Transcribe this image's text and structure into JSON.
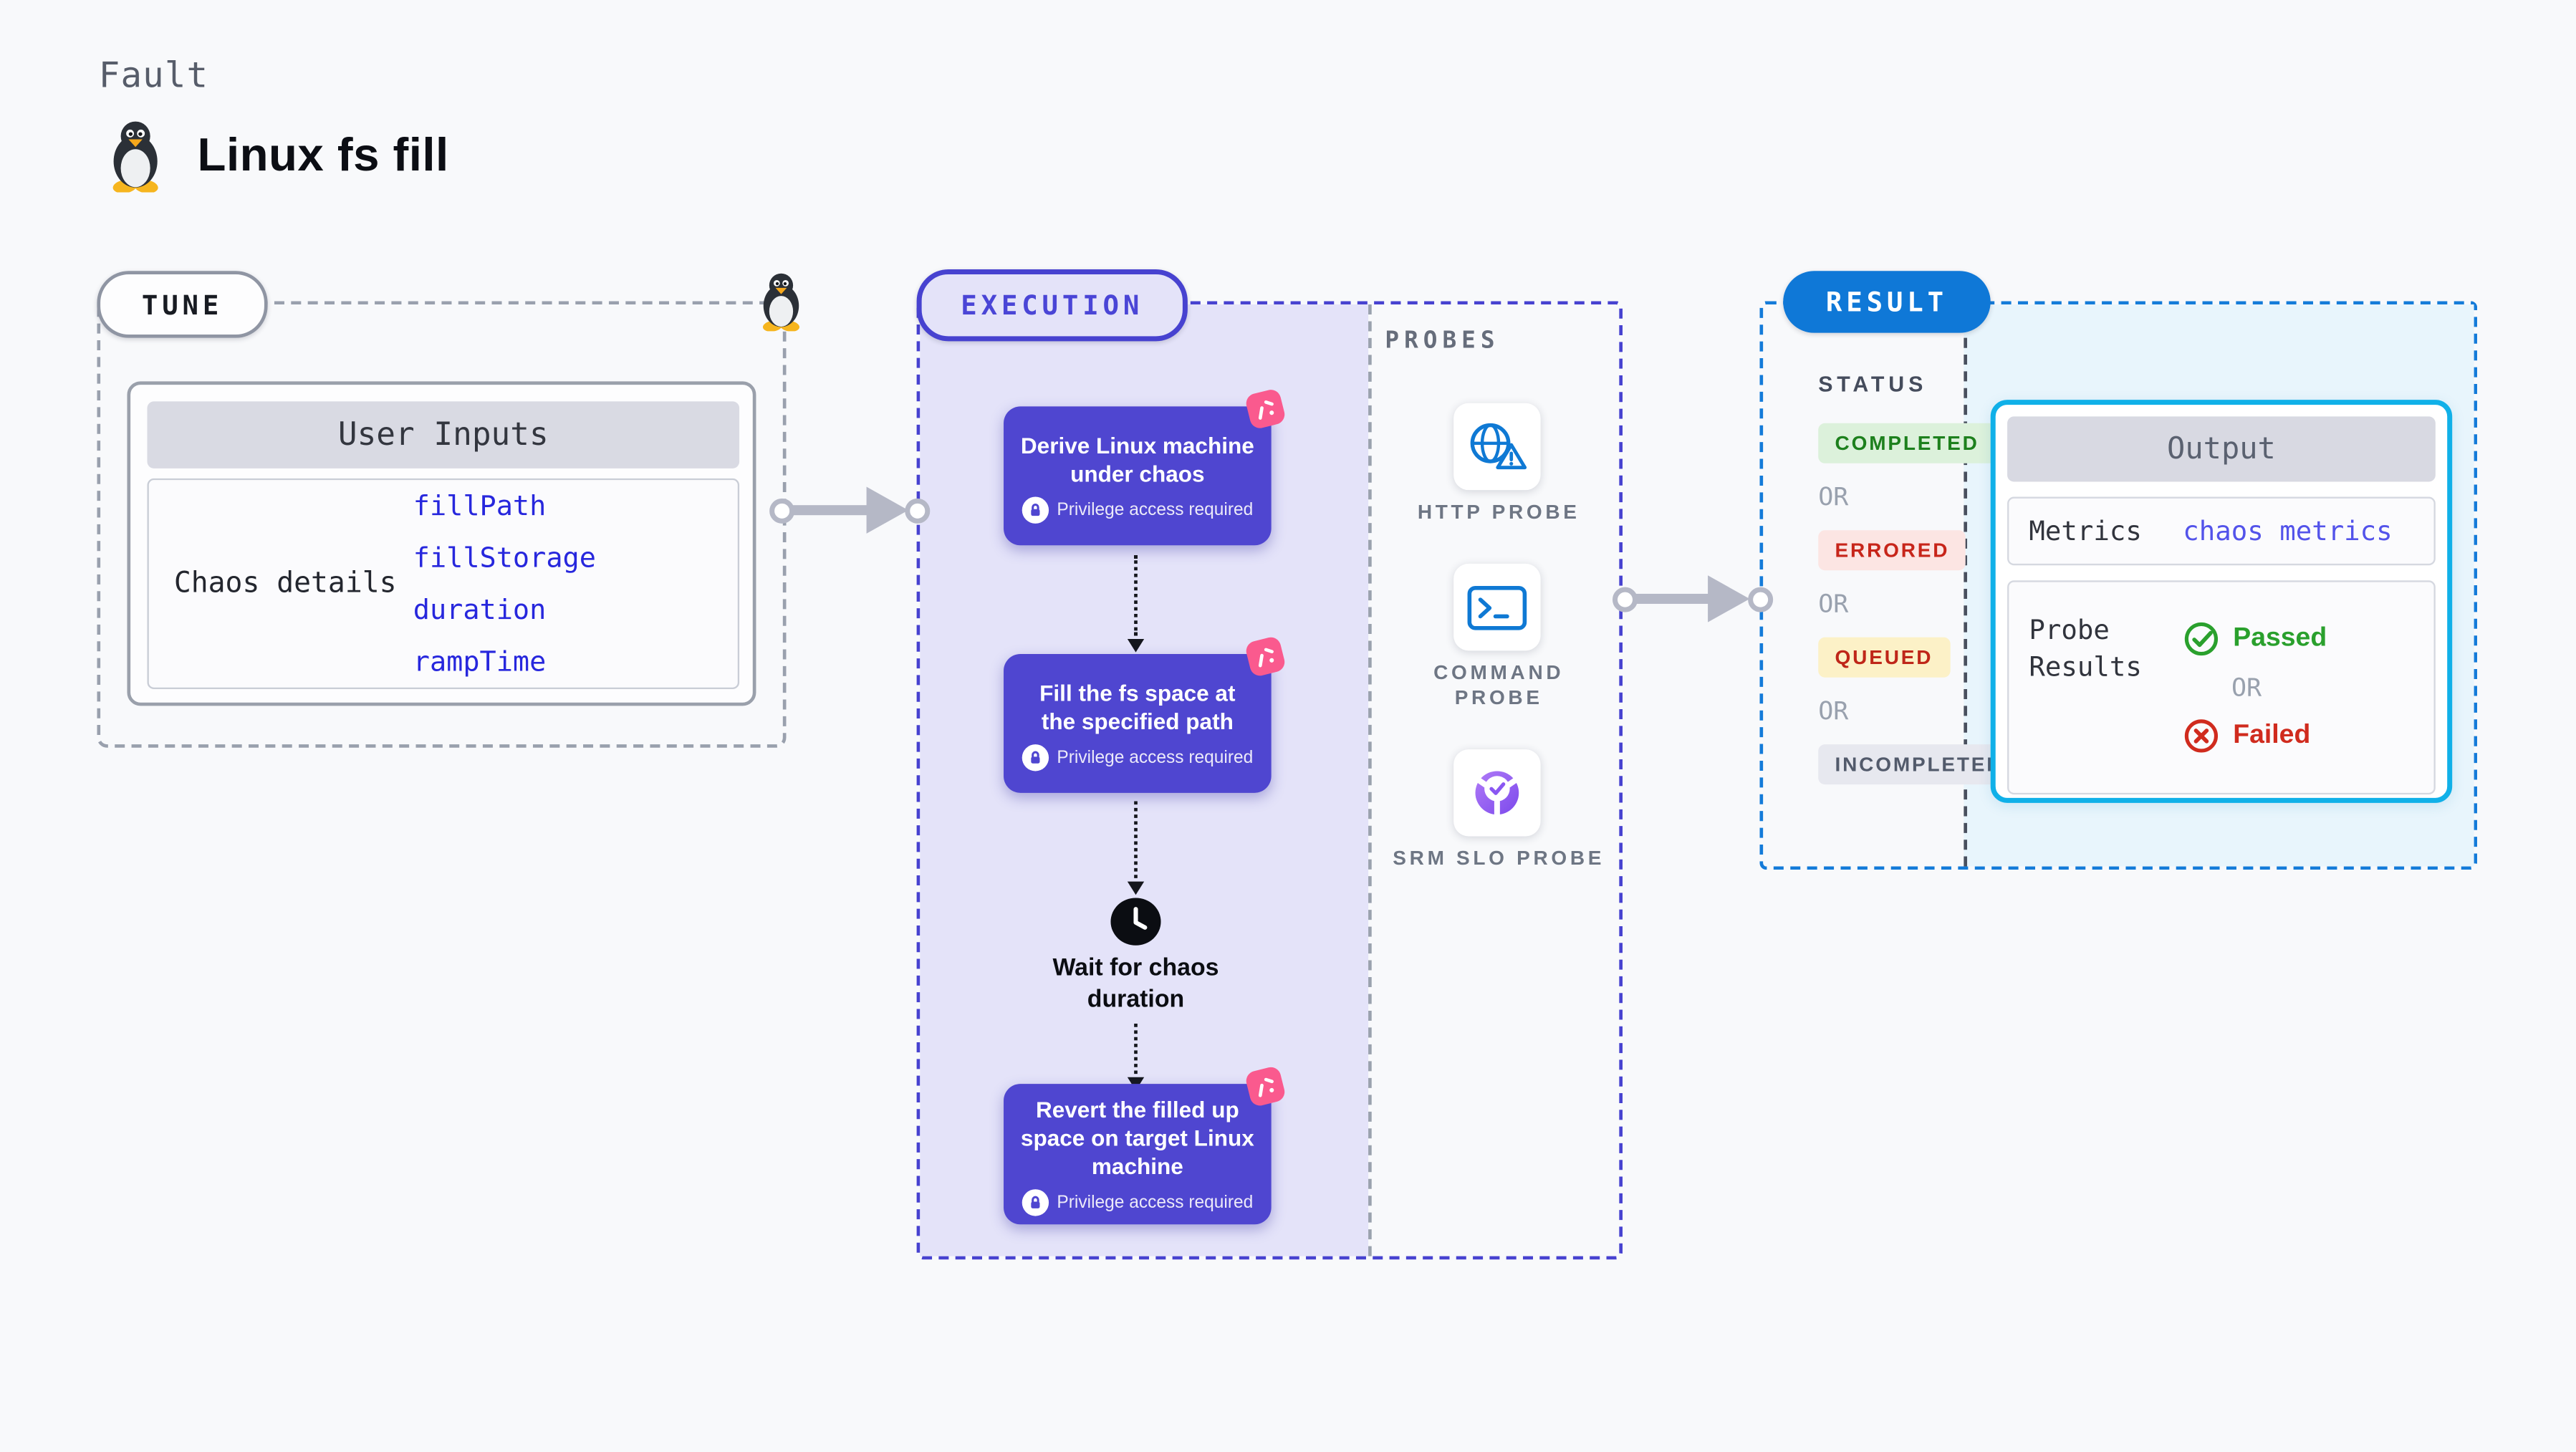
{
  "header": {
    "eyebrow": "Fault",
    "title": "Linux fs fill"
  },
  "tune": {
    "label": "TUNE",
    "card_header": "User Inputs",
    "row_label": "Chaos details",
    "inputs": [
      "fillPath",
      "fillStorage",
      "duration",
      "rampTime"
    ]
  },
  "execution": {
    "label": "EXECUTION",
    "privilege_badge": "Privilege access required",
    "wait_label": "Wait for chaos duration",
    "steps": [
      {
        "text": "Derive Linux machine under chaos"
      },
      {
        "text": "Fill the fs space at the specified path"
      },
      {
        "text": "Revert the filled up space on target Linux machine"
      }
    ]
  },
  "probes": {
    "label": "PROBES",
    "items": [
      {
        "name": "HTTP PROBE",
        "icon": "globe-alert-icon"
      },
      {
        "name": "COMMAND PROBE",
        "icon": "terminal-icon"
      },
      {
        "name": "SRM SLO PROBE",
        "icon": "slo-donut-icon"
      }
    ]
  },
  "result": {
    "label": "RESULT",
    "status_label": "STATUS",
    "or_label": "OR",
    "statuses": [
      {
        "text": "COMPLETED",
        "type": "completed"
      },
      {
        "text": "ERRORED",
        "type": "errored"
      },
      {
        "text": "QUEUED",
        "type": "queued"
      },
      {
        "text": "INCOMPLETED",
        "type": "incompleted"
      }
    ],
    "output": {
      "header": "Output",
      "metrics_label": "Metrics",
      "metrics_value": "chaos metrics",
      "probe_results_label": "Probe Results",
      "passed_label": "Passed",
      "or_label": "OR",
      "failed_label": "Failed"
    }
  },
  "colors": {
    "background": "#f8f9fb",
    "tune_border": "#99a0ad",
    "execution_accent": "#4742d0",
    "execution_fill": "#e4e3f9",
    "step_box": "#4f46d0",
    "fault_pink": "#fa5a8e",
    "probe_blue": "#0f79d4",
    "slo_purple": "#8b5cf6",
    "result_blue": "#0f78d7",
    "result_fill": "#e8f5fc",
    "output_border": "#10b0e8",
    "link_blue": "#2727dd",
    "metrics_blue": "#5353ea",
    "passed_green": "#2aa02d",
    "failed_red": "#d02b1e",
    "completed_bg": "#dcf1db",
    "errored_bg": "#fce5e3",
    "queued_bg": "#fcf1c7",
    "incompleted_bg": "#e7e8ef"
  }
}
